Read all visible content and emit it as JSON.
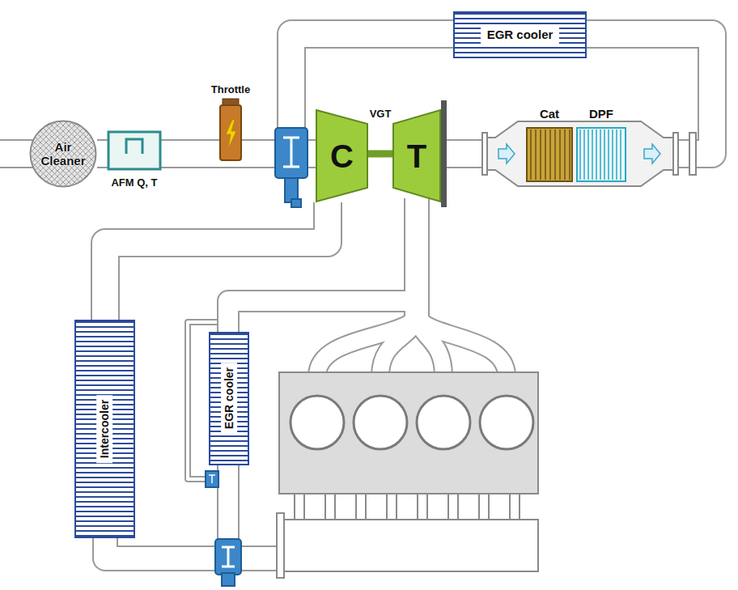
{
  "diagram": {
    "nodes": [
      {
        "text": [
          "EGR cooler"
        ]
      },
      {
        "text": [
          "Air Cleaner"
        ]
      },
      {
        "text": [
          "AFM Q, T"
        ]
      },
      {
        "text": [
          "Throttle"
        ]
      },
      {
        "text": [
          "C"
        ]
      },
      {
        "text": [
          "T"
        ]
      },
      {
        "text": [
          "Cat"
        ]
      },
      {
        "text": [
          "DPF"
        ]
      },
      {
        "text": [
          "Intercooler"
        ]
      },
      {
        "text": [
          "EGR cooler"
        ]
      }
    ],
    "edges": [
      {
        "from": 1,
        "to": 2,
        "arrow": "none"
      },
      {
        "from": 2,
        "to": 3,
        "arrow": "none"
      },
      {
        "from": 3,
        "to": 4,
        "arrow": "none"
      },
      {
        "from": 4,
        "to": 5,
        "arrow": "none"
      },
      {
        "from": 4,
        "to": 8,
        "arrow": "none"
      },
      {
        "from": 5,
        "to": 6,
        "arrow": "none"
      },
      {
        "from": 7,
        "to": 0,
        "arrow": "none"
      },
      {
        "from": 0,
        "to": 4,
        "arrow": "none"
      }
    ],
    "labels": [
      "VGT"
    ]
  }
}
